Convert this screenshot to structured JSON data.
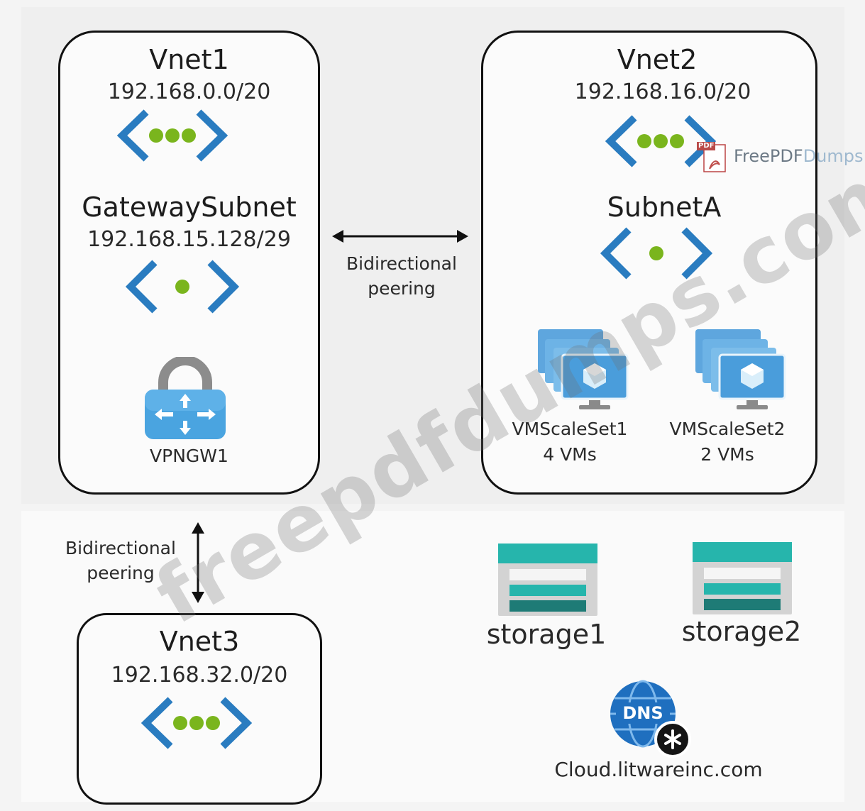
{
  "vnet1": {
    "title": "Vnet1",
    "cidr": "192.168.0.0/20"
  },
  "gateway_subnet": {
    "title": "GatewaySubnet",
    "cidr": "192.168.15.128/29"
  },
  "vpngw": {
    "label": "VPNGW1"
  },
  "peering_1_2": {
    "line1": "Bidirectional",
    "line2": "peering"
  },
  "vnet2": {
    "title": "Vnet2",
    "cidr": "192.168.16.0/20"
  },
  "subnet_a": {
    "title": "SubnetA"
  },
  "vmss1": {
    "name": "VMScaleSet1",
    "vms": "4 VMs"
  },
  "vmss2": {
    "name": "VMScaleSet2",
    "vms": "2 VMs"
  },
  "peering_1_3": {
    "line1": "Bidirectional",
    "line2": "peering"
  },
  "vnet3": {
    "title": "Vnet3",
    "cidr": "192.168.32.0/20"
  },
  "storage1": {
    "label": "storage1"
  },
  "storage2": {
    "label": "storage2"
  },
  "dns": {
    "badge": "DNS",
    "label": "Cloud.litwareinc.com"
  },
  "watermark": {
    "text": "freepdfdumps.com"
  },
  "brand": {
    "badge": "PDF",
    "name_part1": "FreePDF",
    "name_part2": "Dumps"
  },
  "colors": {
    "vnet_bracket": "#2a7cc0",
    "vnet_dot": "#7ab51d",
    "storage_teal": "#26b5ac",
    "storage_dark": "#1e7b76",
    "dns_blue": "#1f6fbf",
    "vpn_blue": "#4aa4e0"
  }
}
